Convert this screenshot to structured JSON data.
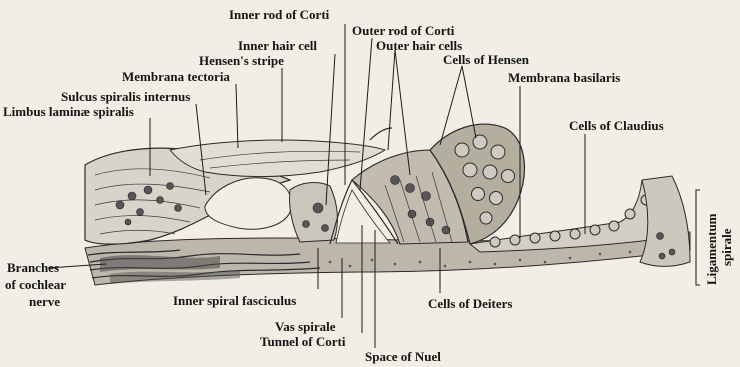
{
  "labels": {
    "inner_rod": "Inner rod of Corti",
    "outer_rod": "Outer rod of Corti",
    "inner_hair": "Inner hair cell",
    "outer_hair": "Outer hair cells",
    "hensens_stripe": "Hensen's stripe",
    "membrana_tectoria": "Membrana tectoria",
    "cells_hensen": "Cells of Hensen",
    "membrana_basilaris": "Membrana basilaris",
    "sulcus": "Sulcus spiralis internus",
    "limbus": "Limbus laminæ spiralis",
    "claudius": "Cells of Claudius",
    "branches_1": "Branches",
    "branches_2": "of cochlear",
    "branches_3": "nerve",
    "inner_spiral": "Inner spiral fasciculus",
    "vas_spirale": "Vas spirale",
    "tunnel": "Tunnel of Corti",
    "space_nuel": "Space of Nuel",
    "deiters": "Cells of Deiters",
    "ligamentum_1": "Ligamentum",
    "ligamentum_2": "spirale"
  },
  "colors": {
    "background": "#f1eee6",
    "ink": "#1b1b1b"
  }
}
